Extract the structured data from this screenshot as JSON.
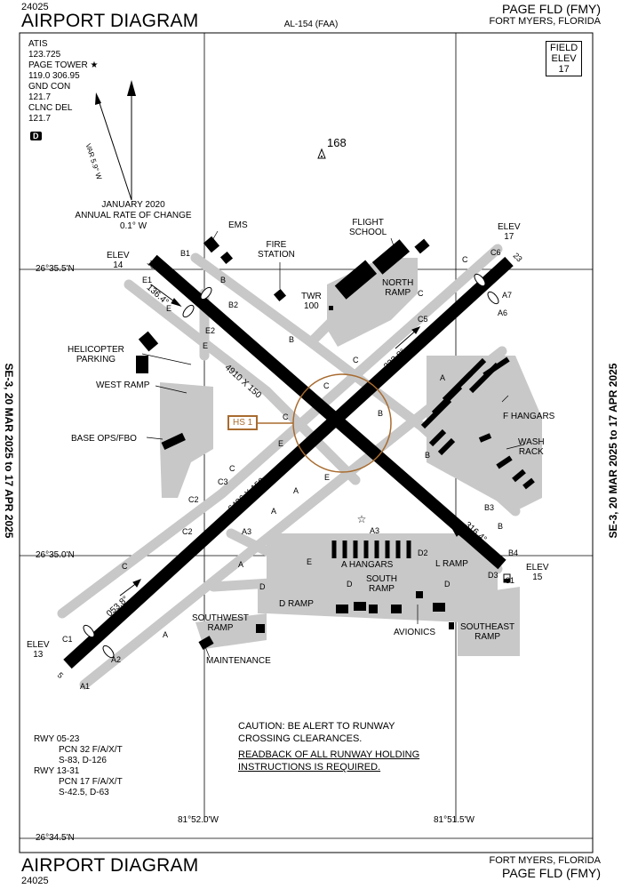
{
  "header": {
    "code_top": "24025",
    "title_top": "AIRPORT DIAGRAM",
    "chart_id": "AL-154 (FAA)",
    "airport_name": "PAGE FLD (FMY)",
    "city_top": "FORT MYERS, FLORIDA",
    "title_bottom": "AIRPORT DIAGRAM",
    "code_bottom": "24025",
    "city_bottom": "FORT MYERS, FLORIDA",
    "airport_name_bottom": "PAGE FLD (FMY)"
  },
  "side_labels": {
    "left": "SE-3, 20 MAR 2025 to 17 APR 2025",
    "right": "SE-3, 20 MAR 2025 to 17 APR 2025"
  },
  "comms": {
    "lines": [
      "ATIS",
      "123.725",
      "PAGE TOWER ★",
      "119.0  306.95",
      "GND CON",
      "121.7",
      "CLNC DEL",
      "121.7"
    ],
    "badge": "D"
  },
  "field_elev": {
    "line1": "FIELD",
    "line2": "ELEV",
    "value": "17"
  },
  "variation": {
    "var_label": "VAR 5.9° W",
    "line1": "JANUARY 2020",
    "line2": "ANNUAL RATE OF CHANGE",
    "line3": "0.1° W"
  },
  "obstacle": {
    "elev": "168"
  },
  "coords": {
    "lat_top": "26°35.5'N",
    "lat_mid": "26°35.0'N",
    "lat_bottom": "26°34.5'N",
    "lon_left": "81°52.0'W",
    "lon_right": "81°51.5'W"
  },
  "runways": {
    "rwy_05_23": {
      "dims": "6406 X 150",
      "hdg_05": "053.8°",
      "hdg_23": "233.8°",
      "end_05": "5",
      "end_23": "23"
    },
    "rwy_13_31": {
      "dims": "4910 X 150",
      "hdg_13": "136.4°",
      "hdg_31": "316.4°",
      "end_13": "13",
      "end_31": "31"
    }
  },
  "elevations": {
    "e13": [
      "ELEV",
      "14"
    ],
    "e23": [
      "ELEV",
      "17"
    ],
    "e31": [
      "ELEV",
      "15"
    ],
    "e5": [
      "ELEV",
      "13"
    ]
  },
  "hotspot": "HS 1",
  "places": {
    "ems": "EMS",
    "flight_school": [
      "FLIGHT",
      "SCHOOL"
    ],
    "fire_station": [
      "FIRE",
      "STATION"
    ],
    "north_ramp": [
      "NORTH",
      "RAMP"
    ],
    "twr": [
      "TWR",
      "100"
    ],
    "helicopter_parking": [
      "HELICOPTER",
      "PARKING"
    ],
    "west_ramp": "WEST RAMP",
    "base_ops": "BASE OPS/FBO",
    "f_hangars": "F HANGARS",
    "wash_rack": [
      "WASH",
      "RACK"
    ],
    "a_hangars": "A HANGARS",
    "l_ramp": "L RAMP",
    "south_ramp": [
      "SOUTH",
      "RAMP"
    ],
    "d_ramp": "D RAMP",
    "southwest_ramp": [
      "SOUTHWEST",
      "RAMP"
    ],
    "maintenance": "MAINTENANCE",
    "avionics": "AVIONICS",
    "southeast_ramp": [
      "SOUTHEAST",
      "RAMP"
    ]
  },
  "taxiways": [
    "A",
    "A1",
    "A2",
    "A3",
    "A6",
    "A7",
    "B",
    "B1",
    "B2",
    "B3",
    "B4",
    "C",
    "C1",
    "C2",
    "C3",
    "C5",
    "C6",
    "D",
    "D2",
    "D3",
    "E",
    "E1",
    "E2"
  ],
  "pcn": {
    "lines": [
      "RWY 05-23",
      "PCN 32 F/A/X/T",
      "S-83, D-126",
      "RWY 13-31",
      "PCN 17 F/A/X/T",
      "S-42.5, D-63"
    ]
  },
  "caution": {
    "line1": "CAUTION: BE ALERT TO RUNWAY",
    "line2": "CROSSING CLEARANCES.",
    "line3": "READBACK OF ALL RUNWAY HOLDING",
    "line4": "INSTRUCTIONS IS REQUIRED."
  }
}
